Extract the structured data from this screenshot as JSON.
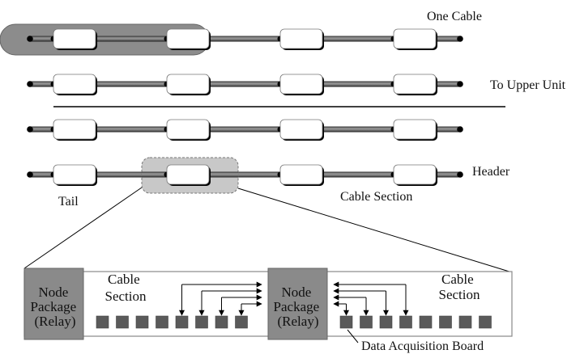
{
  "labels": {
    "one_cable": "One Cable",
    "to_upper_unit": "To Upper Unit",
    "header": "Header",
    "tail": "Tail",
    "cable_section": "Cable Section",
    "data_acquisition_board": "Data Acquisition Board"
  },
  "detail": {
    "left_node": [
      "Node",
      "Package",
      "(Relay)"
    ],
    "right_node": [
      "Node",
      "Package",
      "(Relay)"
    ],
    "left_section": [
      "Cable",
      "Section"
    ],
    "right_section": [
      "Cable",
      "Section"
    ]
  },
  "structure": {
    "cable_rows": 4,
    "nodes_per_row": 4,
    "boards_per_section": 8,
    "connected_boards_per_side": 4
  },
  "colors": {
    "sheath": "#8c8c8c",
    "node_box": "#8a8a8a",
    "board": "#5a5a5a",
    "highlight": "#c8c8c8"
  }
}
